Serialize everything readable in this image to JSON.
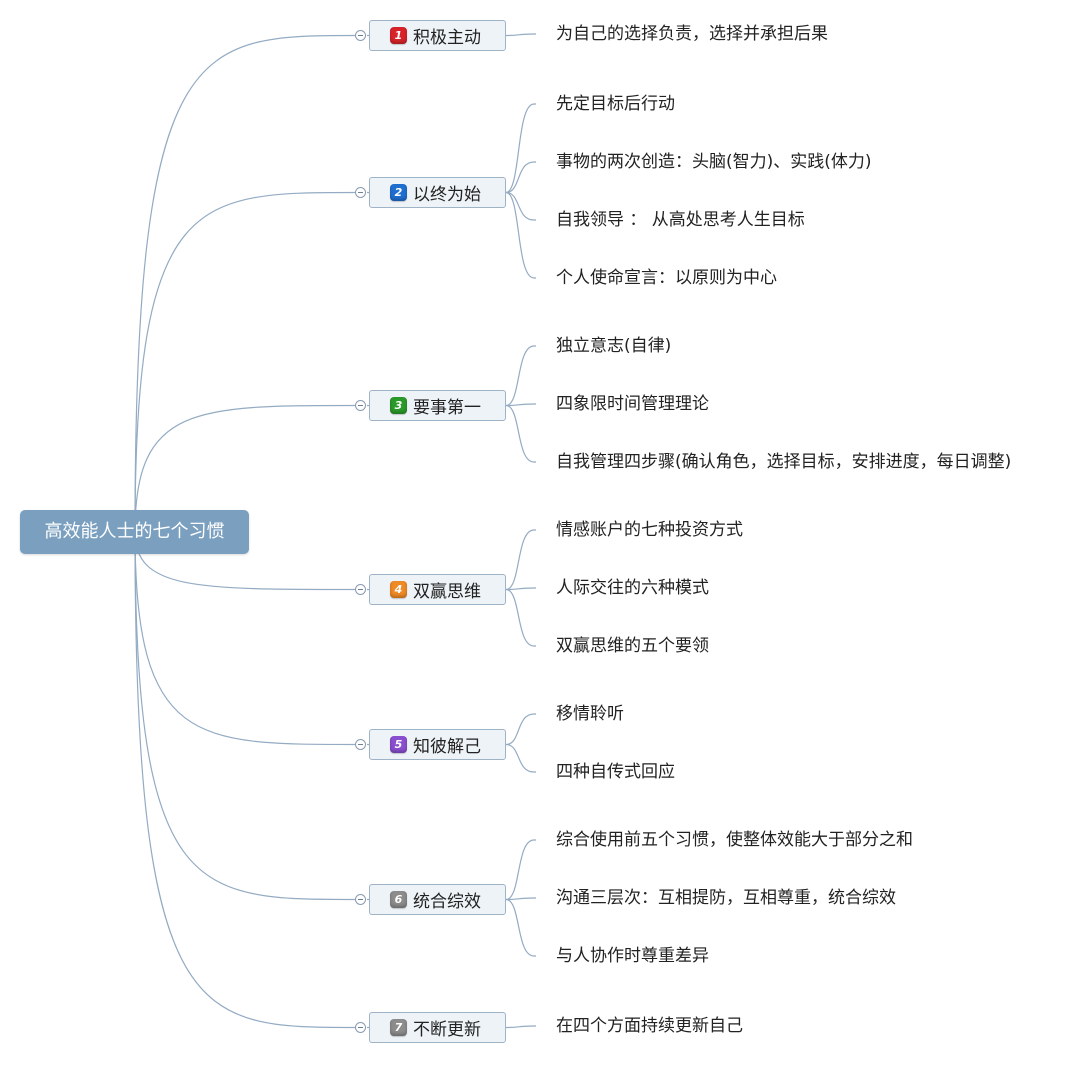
{
  "root": {
    "label": "高效能人士的七个习惯"
  },
  "branches": [
    {
      "label": "积极主动",
      "badge": "1",
      "color": "#d8232a",
      "leaves": [
        "为自己的选择负责，选择并承担后果"
      ]
    },
    {
      "label": "以终为始",
      "badge": "2",
      "color": "#1f6fd1",
      "leaves": [
        "先定目标后行动",
        "事物的两次创造：头脑(智力)、实践(体力)",
        "自我领导 ： 从高处思考人生目标",
        "个人使命宣言：以原则为中心"
      ]
    },
    {
      "label": "要事第一",
      "badge": "3",
      "color": "#2a9a2a",
      "leaves": [
        "独立意志(自律)",
        "四象限时间管理理论",
        "自我管理四步骤(确认角色，选择目标，安排进度，每日调整)"
      ]
    },
    {
      "label": "双赢思维",
      "badge": "4",
      "color": "#ef8a25",
      "leaves": [
        "情感账户的七种投资方式",
        "人际交往的六种模式",
        "双赢思维的五个要领"
      ]
    },
    {
      "label": "知彼解己",
      "badge": "5",
      "color": "#8a4fd0",
      "leaves": [
        "移情聆听",
        "四种自传式回应"
      ]
    },
    {
      "label": "统合综效",
      "badge": "6",
      "color": "#8c8c8c",
      "leaves": [
        "综合使用前五个习惯，使整体效能大于部分之和",
        "沟通三层次：互相提防，互相尊重，统合综效",
        "与人协作时尊重差异"
      ]
    },
    {
      "label": "不断更新",
      "badge": "7",
      "color": "#8c8c8c",
      "leaves": [
        "在四个方面持续更新自己"
      ]
    }
  ]
}
